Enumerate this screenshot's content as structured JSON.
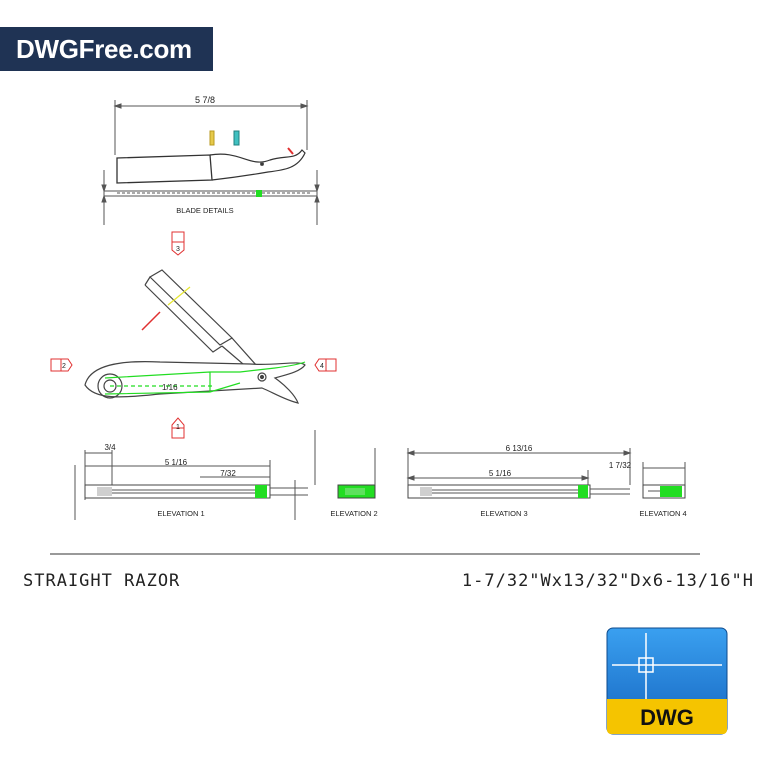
{
  "brand": {
    "text": "DWGFree.com",
    "color": "#1f3354"
  },
  "drawing": {
    "labels": {
      "blade_details": "BLADE DETAILS",
      "elevation_1": "ELEVATION 1",
      "elevation_2": "ELEVATION 2",
      "elevation_3": "ELEVATION 3",
      "elevation_4": "ELEVATION 4"
    },
    "dims": {
      "blade_overall": "5 7/8",
      "elev1_a": "3/4",
      "elev1_b": "5 1/16",
      "elev1_c": "7/32",
      "elev3_overall": "6 13/16",
      "elev3_inner": "5 1/16",
      "elev4_width": "1 7/32",
      "pivot": "1/16"
    },
    "markers": [
      "1",
      "2",
      "3",
      "4"
    ],
    "colors": {
      "line": "#555555",
      "highlight": "#22dd22",
      "marker": "#e03030",
      "accent": "#e6e630"
    }
  },
  "footer": {
    "title": "STRAIGHT RAZOR",
    "dims": "1-7/32\"Wx13/32\"Dx6-13/16\"H"
  },
  "badge": {
    "text": "DWG",
    "color_top": "#1e7fd6",
    "color_bottom": "#f5c400"
  }
}
